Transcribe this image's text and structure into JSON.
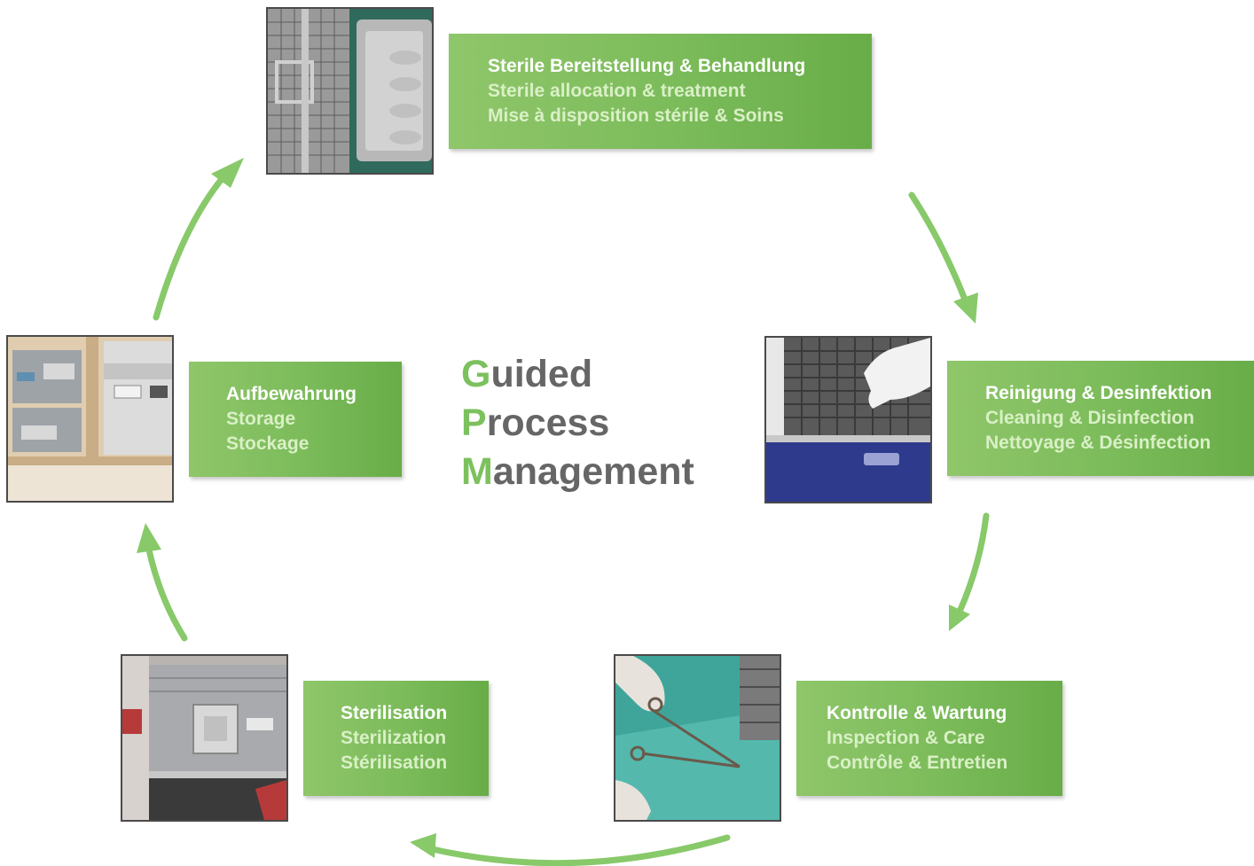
{
  "title": {
    "lines": [
      {
        "initial": "G",
        "rest": "uided"
      },
      {
        "initial": "P",
        "rest": "rocess"
      },
      {
        "initial": "M",
        "rest": "anagement"
      }
    ]
  },
  "steps": {
    "sterile_allocation": {
      "de": "Sterile Bereitstellung & Behandlung",
      "en": "Sterile allocation & treatment",
      "fr": "Mise à disposition stérile & Soins"
    },
    "cleaning": {
      "de": "Reinigung & Desinfektion",
      "en": "Cleaning & Disinfection",
      "fr": "Nettoyage & Désinfection"
    },
    "inspection": {
      "de": "Kontrolle & Wartung",
      "en": "Inspection & Care",
      "fr": "Contrôle & Entretien"
    },
    "sterilisation": {
      "de": "Sterilisation",
      "en": "Sterilization",
      "fr": "Stérilisation"
    },
    "storage": {
      "de": "Aufbewahrung",
      "en": "Storage",
      "fr": "Stockage"
    }
  },
  "colors": {
    "accent_green": "#7cc15e",
    "box_green": "#7bbb5a",
    "title_gray": "#666666"
  }
}
